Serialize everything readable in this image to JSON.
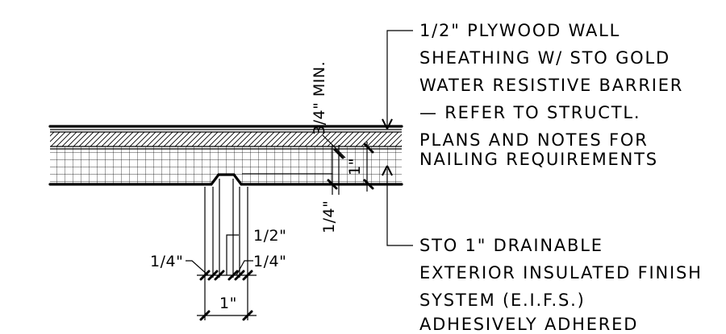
{
  "callouts": {
    "top": [
      "1/2\" PLYWOOD WALL",
      "SHEATHING W/ STO GOLD",
      "WATER RESISTIVE BARRIER",
      "— REFER TO STRUCTL.",
      "PLANS AND NOTES FOR",
      "NAILING REQUIREMENTS"
    ],
    "bottom": [
      "STO 1\" DRAINABLE",
      "EXTERIOR INSULATED FINISH",
      "SYSTEM (E.I.F.S.)",
      "ADHESIVELY ADHERED"
    ]
  },
  "dimensions": {
    "min_depth": "3/4\" MIN.",
    "wall_thickness": "1\"",
    "wall_offset": "1/4\"",
    "joint_half": "1/2\"",
    "joint_left": "1/4\"",
    "joint_right": "1/4\"",
    "joint_width": "1\""
  }
}
